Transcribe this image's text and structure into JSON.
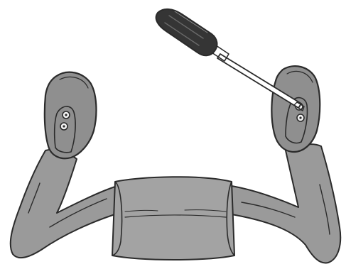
{
  "illustration": {
    "parts": [
      "left-pad",
      "right-pad",
      "left-arm-sleeve",
      "right-arm-sleeve",
      "center-band",
      "screwdriver"
    ],
    "colors": {
      "pad": "#8f8f8f",
      "sleeve": "#9a9a9a",
      "band": "#a3a3a3",
      "outline": "#2b2b2b",
      "handle": "#353535",
      "background": "#ffffff"
    },
    "icons": {
      "tool": "phillips-screwdriver-icon",
      "fastener": "screw-head-icon"
    }
  }
}
